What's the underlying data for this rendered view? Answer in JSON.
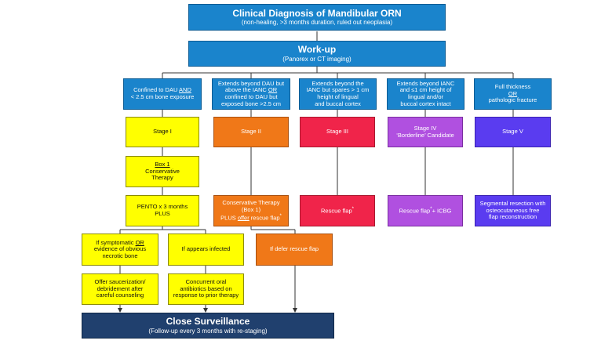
{
  "title": {
    "main": "Clinical Diagnosis of Mandibular ORN",
    "sub": "(non-healing, >3 months duration, ruled out neoplasia)"
  },
  "workup": {
    "main": "Work-up",
    "sub": "(Panorex or CT imaging)"
  },
  "criteria": {
    "c1": {
      "pre": "Confined to DAU ",
      "u": "AND",
      "post": "< 2.5 cm bone exposure"
    },
    "c2": {
      "l1": "Extends beyond DAU but",
      "l2": "above the IANC ",
      "u": "OR",
      "l3": "confined to DAU but",
      "l4": "exposed bone >2.5 cm"
    },
    "c3": {
      "l1": "Extends beyond the",
      "l2": "IANC but spares > 1 cm",
      "l3": "height of lingual",
      "l4": "and buccal cortex"
    },
    "c4": {
      "l1": "Extends beyond IANC",
      "l2": "and ≤1 cm height of",
      "l3": "lingual and/or",
      "l4": "buccal cortex intact"
    },
    "c5": {
      "l1": "Full thickness",
      "u": "OR",
      "l3": "pathologic fracture"
    }
  },
  "stages": {
    "s1": "Stage I",
    "s2": "Stage II",
    "s3": "Stage III",
    "s4": "Stage IV",
    "s4b": "‘Borderline’ Candidate",
    "s5": "Stage V"
  },
  "box1": {
    "title": "Box 1",
    "l1": "Conservative",
    "l2": "Therapy"
  },
  "pento": {
    "l1": "PENTO x 3 months",
    "l2": "PLUS"
  },
  "conservative2": {
    "l1": "Conservative Therapy",
    "l2": "(Box 1)",
    "plus": "PLUS ",
    "offer": "offer",
    "post": " rescue flap",
    "star": "*"
  },
  "rescue3": {
    "text": "Rescue flap",
    "star": "*"
  },
  "rescue4": {
    "text": "Rescue flap",
    "star": "*",
    "post": "+ ICBG"
  },
  "segmental": {
    "l1": "Segmental resection with",
    "l2": "osteocutaneous free",
    "l3": "flap reconstruction"
  },
  "symptomatic": {
    "l1": "If symptomatic ",
    "u": "OR",
    "l2": "evidence of obvious",
    "l3": "necrotic bone"
  },
  "infected": "If appears infected",
  "defer": "If defer rescue flap",
  "saucer": {
    "l1": "Offer saucerization/",
    "l2": "debridement after",
    "l3": "careful counseling"
  },
  "antibiotics": {
    "l1": "Concurrent oral",
    "l2": "antibiotics based on",
    "l3": "response to prior therapy"
  },
  "surveillance": {
    "main": "Close Surveillance",
    "sub": "(Follow-up every 3 months with re-staging)"
  },
  "colors": {
    "blue": "#1a84cc",
    "yellow": "#ffff00",
    "orange": "#f07818",
    "red": "#f0244a",
    "purple": "#b050e0",
    "indigo": "#5a3cf0",
    "navy": "#20406e"
  }
}
